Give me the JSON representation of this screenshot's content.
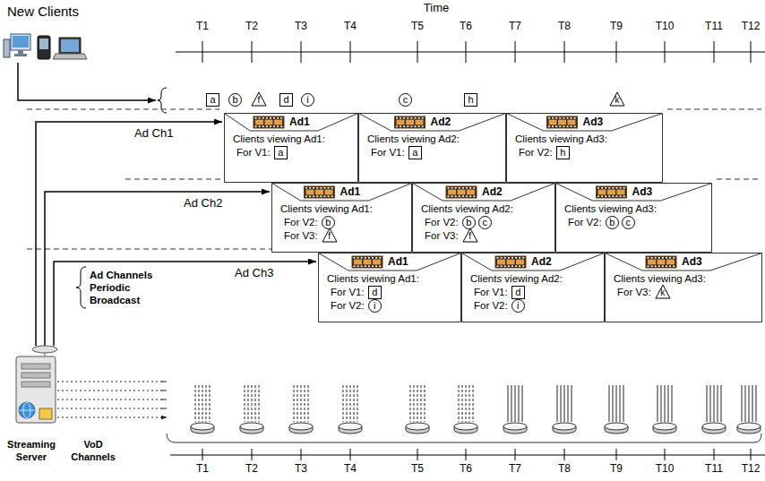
{
  "diagram": {
    "nodes": [
      {
        "text": [
          "a"
        ]
      },
      {
        "text": [
          "b"
        ]
      },
      {
        "text": [
          "f"
        ]
      },
      {
        "text": [
          "d"
        ]
      },
      {
        "text": [
          "i"
        ]
      },
      {
        "text": [
          "c"
        ]
      },
      {
        "text": [
          "h"
        ]
      },
      {
        "text": [
          "k"
        ]
      },
      {
        "text": [
          "Ad1",
          "Clients viewing Ad1:",
          "For V1:"
        ]
      },
      {
        "text": [
          "a"
        ],
        "in": 8
      },
      {
        "text": [
          "Ad2",
          "Clients viewing Ad2:",
          "For V1:"
        ]
      },
      {
        "text": [
          "a"
        ],
        "in": 10
      },
      {
        "text": [
          "Ad3",
          "Clients viewing Ad3:",
          "For V2:"
        ]
      },
      {
        "text": [
          "h"
        ],
        "in": 12
      },
      {
        "text": [
          "Ad1",
          "Clients viewing Ad1:",
          "For V2:",
          "For V3:"
        ]
      },
      {
        "text": [
          "b"
        ],
        "in": 14
      },
      {
        "text": [
          "f"
        ],
        "in": 14
      },
      {
        "text": [
          "Ad2",
          "Clients viewing Ad2:",
          "For V2:",
          "For V3:"
        ]
      },
      {
        "text": [
          "b"
        ],
        "in": 17
      },
      {
        "text": [
          "c"
        ],
        "in": 17
      },
      {
        "text": [
          "f"
        ],
        "in": 17
      },
      {
        "text": [
          "Ad3",
          "Clients viewing Ad3:",
          "For V2:"
        ]
      },
      {
        "text": [
          "b"
        ],
        "in": 21
      },
      {
        "text": [
          "c"
        ],
        "in": 21
      },
      {
        "text": [
          "Ad1",
          "Clients viewing Ad1:",
          "For V1:",
          "For V2:"
        ]
      },
      {
        "text": [
          "d"
        ],
        "in": 24
      },
      {
        "text": [
          "i"
        ],
        "in": 24
      },
      {
        "text": [
          "Ad2",
          "Clients viewing Ad2:",
          "For V1:",
          "For V2:"
        ]
      },
      {
        "text": [
          "d"
        ],
        "in": 27
      },
      {
        "text": [
          "i"
        ],
        "in": 27
      },
      {
        "text": [
          "Ad3",
          "Clients viewing Ad3:",
          "For V3:"
        ]
      },
      {
        "text": [
          "k"
        ],
        "in": 30
      }
    ],
    "labels": [
      "New Clients",
      "Time",
      "T1",
      "T2",
      "T3",
      "T4",
      "T5",
      "T6",
      "T7",
      "T8",
      "T9",
      "T10",
      "T11",
      "T12",
      "Ad Ch1",
      "Ad Ch2",
      "Ad Ch3",
      "Ad Channels Periodic Broadcast",
      "Streaming Server",
      "VoD Channels",
      "T1",
      "T2",
      "T3",
      "T4",
      "T5",
      "T6",
      "T7",
      "T8",
      "T9",
      "T10",
      "T11",
      "T12"
    ]
  }
}
